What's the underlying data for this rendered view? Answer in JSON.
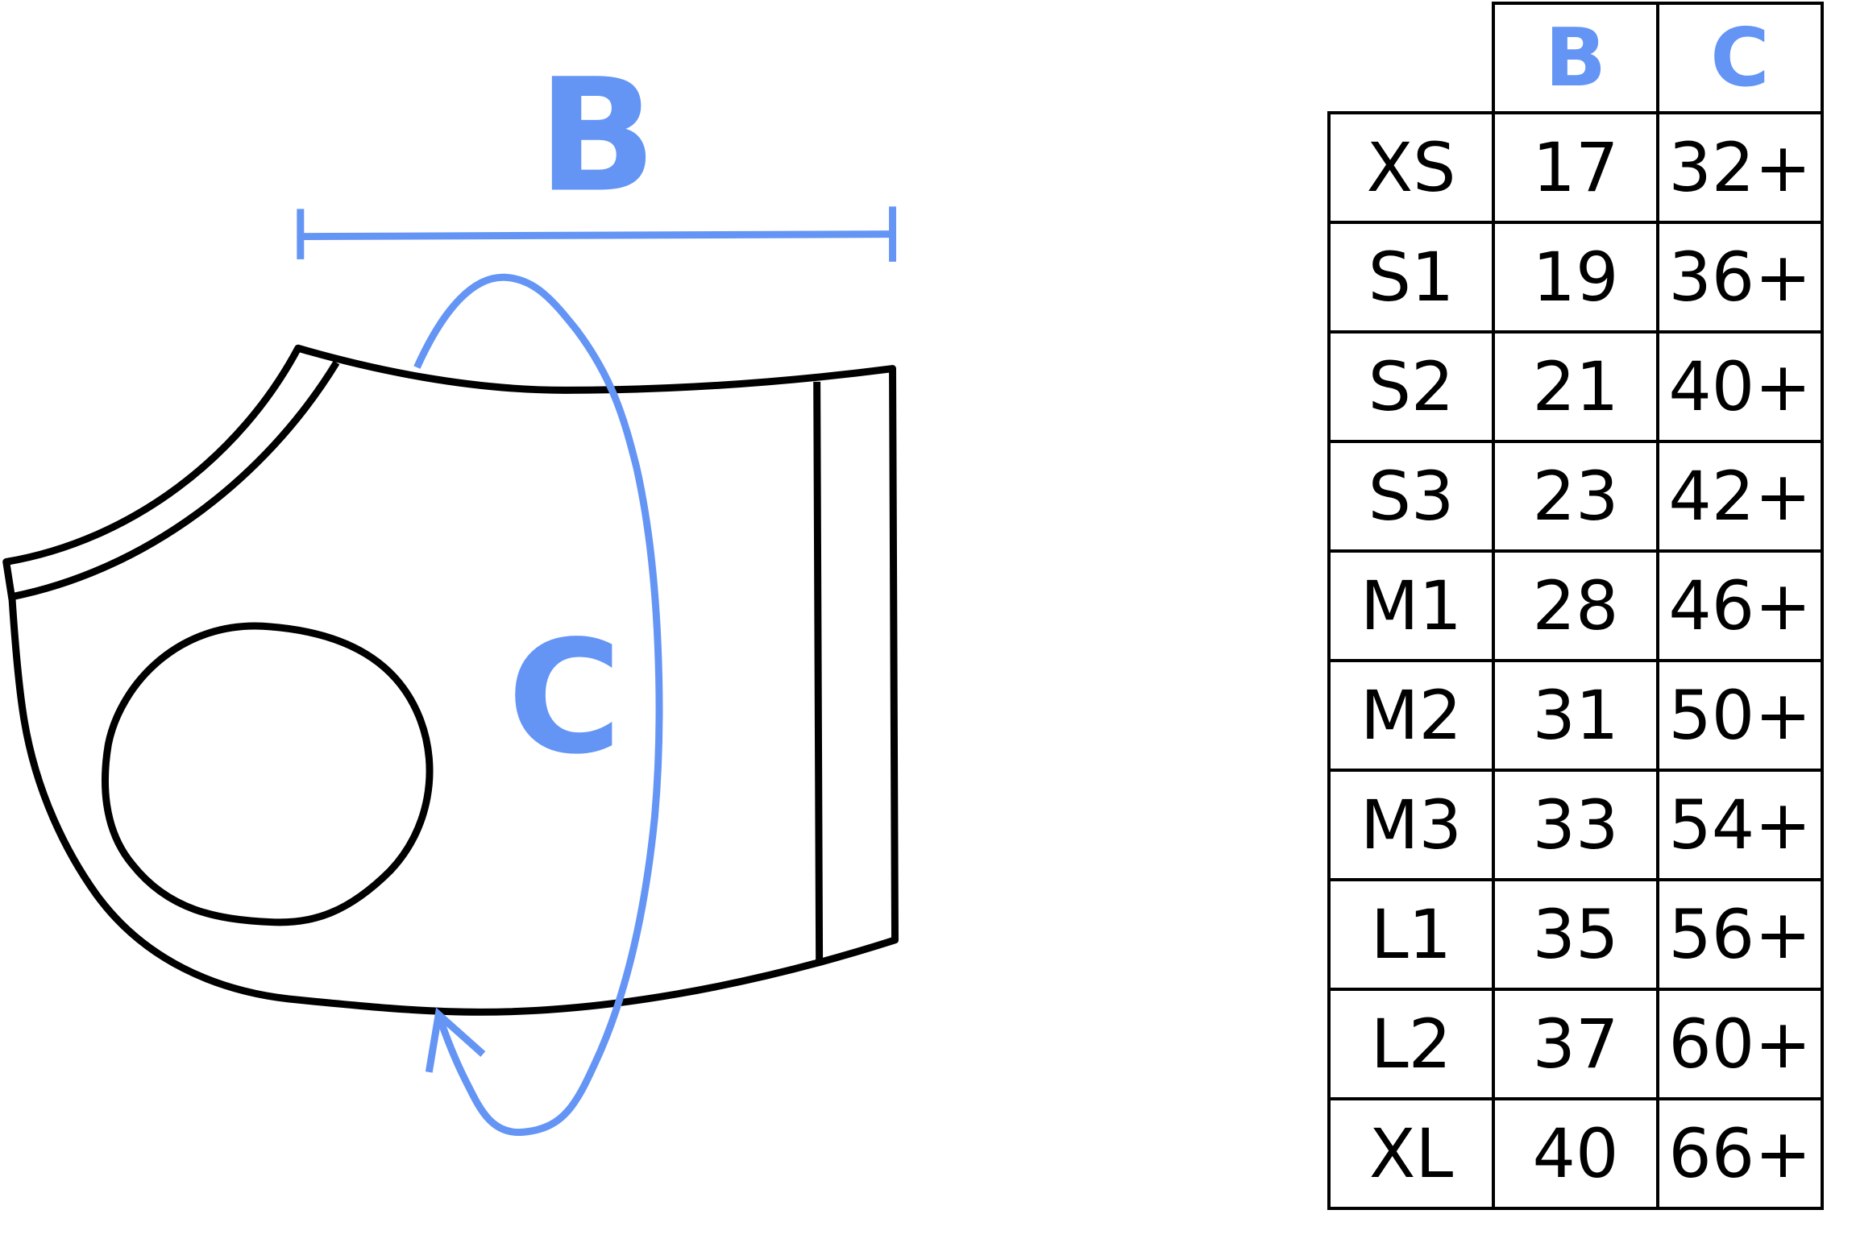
{
  "diagram": {
    "label_b": "B",
    "label_c": "C",
    "colors": {
      "accent": "#6495f5",
      "outline": "#000000"
    }
  },
  "table": {
    "headers": [
      "B",
      "C"
    ],
    "rows": [
      {
        "size": "XS",
        "b": "17",
        "c": "32+"
      },
      {
        "size": "S1",
        "b": "19",
        "c": "36+"
      },
      {
        "size": "S2",
        "b": "21",
        "c": "40+"
      },
      {
        "size": "S3",
        "b": "23",
        "c": "42+"
      },
      {
        "size": "M1",
        "b": "28",
        "c": "46+"
      },
      {
        "size": "M2",
        "b": "31",
        "c": "50+"
      },
      {
        "size": "M3",
        "b": "33",
        "c": "54+"
      },
      {
        "size": "L1",
        "b": "35",
        "c": "56+"
      },
      {
        "size": "L2",
        "b": "37",
        "c": "60+"
      },
      {
        "size": "XL",
        "b": "40",
        "c": "66+"
      }
    ]
  }
}
